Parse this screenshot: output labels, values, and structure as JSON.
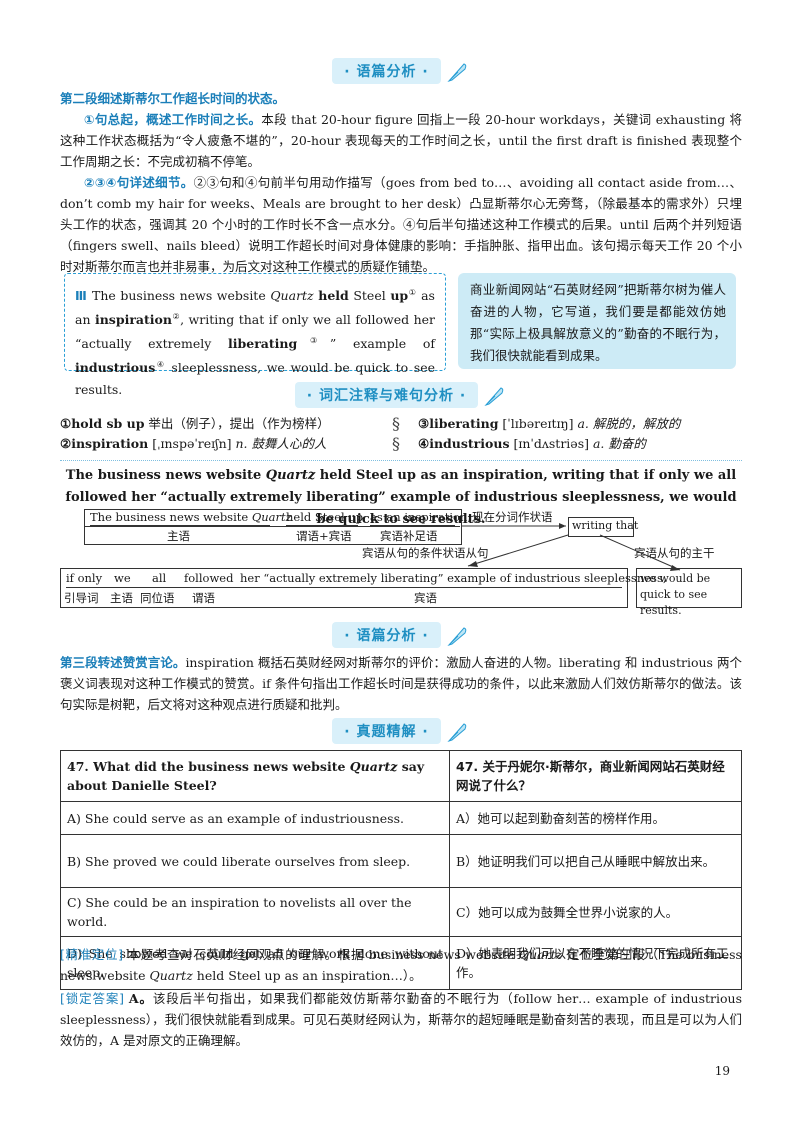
{
  "sections": {
    "analysis1": "语篇分析",
    "vocab": "词汇注释与难句分析",
    "analysis2": "语篇分析",
    "exam": "真题精解"
  },
  "analysis1": {
    "heading": "第二段细述斯蒂尔工作超长时间的状态。",
    "p1_lead": "①句总起，概述工作时间之长。",
    "p1_body": "本段 that 20-hour figure 回指上一段 20-hour workdays，关键词 exhausting 将这种工作状态概括为“令人疲惫不堪的”，20-hour 表现每天的工作时间之长，until the first draft is finished 表现整个工作周期之长：不完成初稿不停笔。",
    "p2_lead": "②③④句详述细节。",
    "p2_body": "②③句和④句前半句用动作描写（goes from bed to…、avoiding all contact aside from…、don’t comb my hair for weeks、Meals are brought to her desk）凸显斯蒂尔心无旁骛，（除最基本的需求外）只埋头工作的状态，强调其 20 个小时的工作时长不含一点水分。④句后半句描述这种工作模式的后果。until 后两个并列短语（fingers swell、nails bleed）说明工作超长时间对身体健康的影响：手指肿胀、指甲出血。该句揭示每天工作 20 个小时对斯蒂尔而言也并非易事，为后文对这种工作模式的质疑作铺垫。"
  },
  "sentence_box": {
    "marker": "Ⅲ",
    "s1": "The business news website",
    "quartz": "Quartz",
    "held": "held",
    "s2": "Steel",
    "up": "up",
    "sup1": "①",
    "s3": "as an",
    "inspiration": "inspiration",
    "sup2": "②",
    "s4": ", writing that if only we all followed her “actually extremely",
    "liberating": "liberating",
    "sup3": "③",
    "s5": "” example of",
    "industrious": "industrious",
    "sup4": "④",
    "s6": "sleeplessness, we would be quick to see results.",
    "translation": "商业新闻网站“石英财经网”把斯蒂尔树为催人奋进的人物，它写道，我们要是都能效仿她那“实际上极具解放意义的”勤奋的不眠行为，我们很快就能看到成果。"
  },
  "vocab": {
    "v1_word": "①hold sb up",
    "v1_def": "举出（例子），提出（作为榜样）",
    "v2_word": "②inspiration",
    "v2_pron": "[ˌɪnspəˈreɪʃn]",
    "v2_def": "n. 鼓舞人心的人",
    "v3_word": "③liberating",
    "v3_pron": "[ˈlɪbəreɪtɪŋ]",
    "v3_def": "a. 解脱的，解放的",
    "v4_word": "④industrious",
    "v4_pron": "[ɪnˈdʌstriəs]",
    "v4_def": "a. 勤奋的"
  },
  "big_sentence": {
    "a": "The business news website",
    "q": "Quartz",
    "b": "held Steel up as an inspiration, writing that if only we all followed her “actually extremely liberating” example of industrious sleeplessness, we would be quick to see results."
  },
  "diagram": {
    "c1": "The business news website",
    "c1q": "Quartz",
    "c2": "held Steel up",
    "c3": "as an inspiration,",
    "l1": "主语",
    "l2": "谓语+宾语",
    "l3": "宾语补足语",
    "arrow1": "现在分词作状语",
    "writing": "writing that",
    "obj_cl": "宾语从句的条件状语从句",
    "main_cl": "宾语从句的主干",
    "r1": "if only",
    "r2": "we",
    "r3": "all",
    "r4": "followed",
    "r5": "her “actually extremely liberating” example of industrious sleeplessness,",
    "g1": "引导词",
    "g2": "主语",
    "g3": "同位语",
    "g4": "谓语",
    "g5": "宾语",
    "result": "we would be quick to see results."
  },
  "analysis2": {
    "lead": "第三段转述赞赏言论。",
    "body": "inspiration 概括石英财经网对斯蒂尔的评价：激励人奋进的人物。liberating 和 industrious 两个褒义词表现对这种工作模式的赞赏。if 条件句指出工作超长时间是获得成功的条件，以此来激励人们效仿斯蒂尔的做法。该句实际是树靶，后文将对这种观点进行质疑和批判。"
  },
  "exam": {
    "q_en_a": "47.  What did the business news website",
    "q_en_q": "Quartz",
    "q_en_b": "say about Danielle Steel?",
    "q_cn": "47. 关于丹妮尔·斯蒂尔，商业新闻网站石英财经网说了什么？",
    "options": [
      {
        "en": "A) She could serve as an example of industriousness.",
        "cn": "A）她可以起到勤奋刻苦的榜样作用。"
      },
      {
        "en": "B) She proved we could liberate ourselves from sleep.",
        "cn": "B）她证明我们可以把自己从睡眠中解放出来。"
      },
      {
        "en": "C) She could be an inspiration to novelists all over the world.",
        "cn": "C）她可以成为鼓舞全世界小说家的人。"
      },
      {
        "en": "D) She showed we could get all our work done without sleep.",
        "cn": "D）她表明我们可以在不睡觉的情况下完成所有工作。"
      }
    ],
    "locate_tag": "[精准定位]",
    "locate_a": "本题考查对石英财经网观点的理解。根据 business news website",
    "locate_q1": "Quartz",
    "locate_b": "定位至第三段（The business news website",
    "locate_q2": "Quartz",
    "locate_c": "held Steel up as an inspiration…）。",
    "answer_tag": "[锁定答案]",
    "answer_letter": "A。",
    "answer_body": "该段后半句指出，如果我们都能效仿斯蒂尔勤奋的不眠行为（follow her… example of industrious sleeplessness），我们很快就能看到成果。可见石英财经网认为，斯蒂尔的超短睡眠是勤奋刻苦的表现，而且是可以为人们效仿的，A 是对原文的正确理解。"
  },
  "page_number": "19",
  "colors": {
    "accent": "#1b7fb9",
    "pill_bg": "#d9f0fa",
    "box_bg": "#cdebf6"
  }
}
